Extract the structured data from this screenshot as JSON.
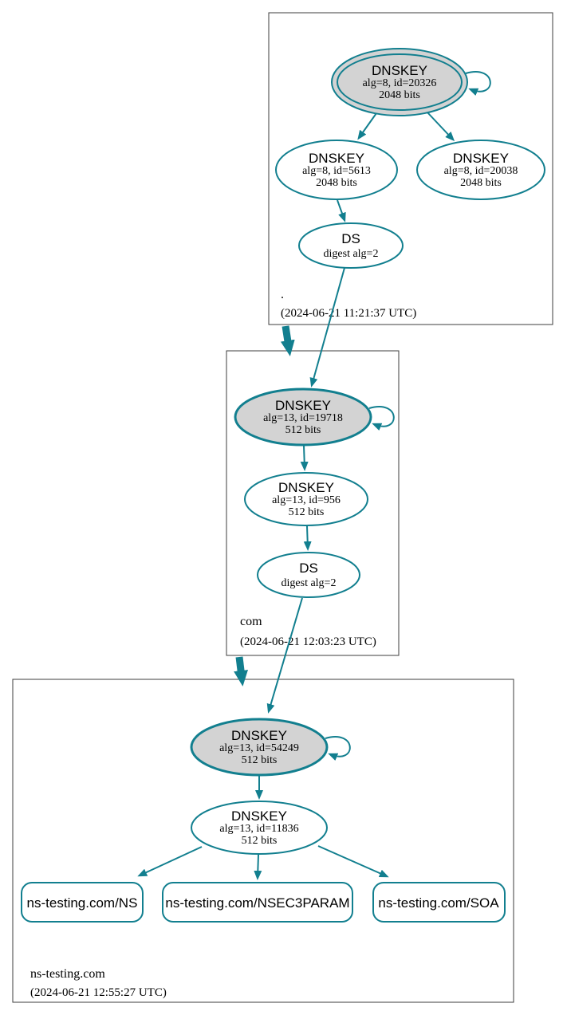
{
  "colors": {
    "edge": "#127f8f",
    "ksk_fill": "#d3d3d3",
    "node_fill": "#ffffff",
    "box_border": "#3c3c3c",
    "text": "#000000"
  },
  "zones": [
    {
      "name": ".",
      "timestamp": "(2024-06-21 11:21:37 UTC)",
      "nodes": [
        {
          "label": "DNSKEY",
          "detail": "alg=8, id=20326",
          "bits": "2048 bits"
        },
        {
          "label": "DNSKEY",
          "detail": "alg=8, id=5613",
          "bits": "2048 bits"
        },
        {
          "label": "DNSKEY",
          "detail": "alg=8, id=20038",
          "bits": "2048 bits"
        },
        {
          "label": "DS",
          "detail": "digest alg=2"
        }
      ]
    },
    {
      "name": "com",
      "timestamp": "(2024-06-21 12:03:23 UTC)",
      "nodes": [
        {
          "label": "DNSKEY",
          "detail": "alg=13, id=19718",
          "bits": "512 bits"
        },
        {
          "label": "DNSKEY",
          "detail": "alg=13, id=956",
          "bits": "512 bits"
        },
        {
          "label": "DS",
          "detail": "digest alg=2"
        }
      ]
    },
    {
      "name": "ns-testing.com",
      "timestamp": "(2024-06-21 12:55:27 UTC)",
      "nodes": [
        {
          "label": "DNSKEY",
          "detail": "alg=13, id=54249",
          "bits": "512 bits"
        },
        {
          "label": "DNSKEY",
          "detail": "alg=13, id=11836",
          "bits": "512 bits"
        },
        {
          "label": "ns-testing.com/NS"
        },
        {
          "label": "ns-testing.com/NSEC3PARAM"
        },
        {
          "label": "ns-testing.com/SOA"
        }
      ]
    }
  ]
}
